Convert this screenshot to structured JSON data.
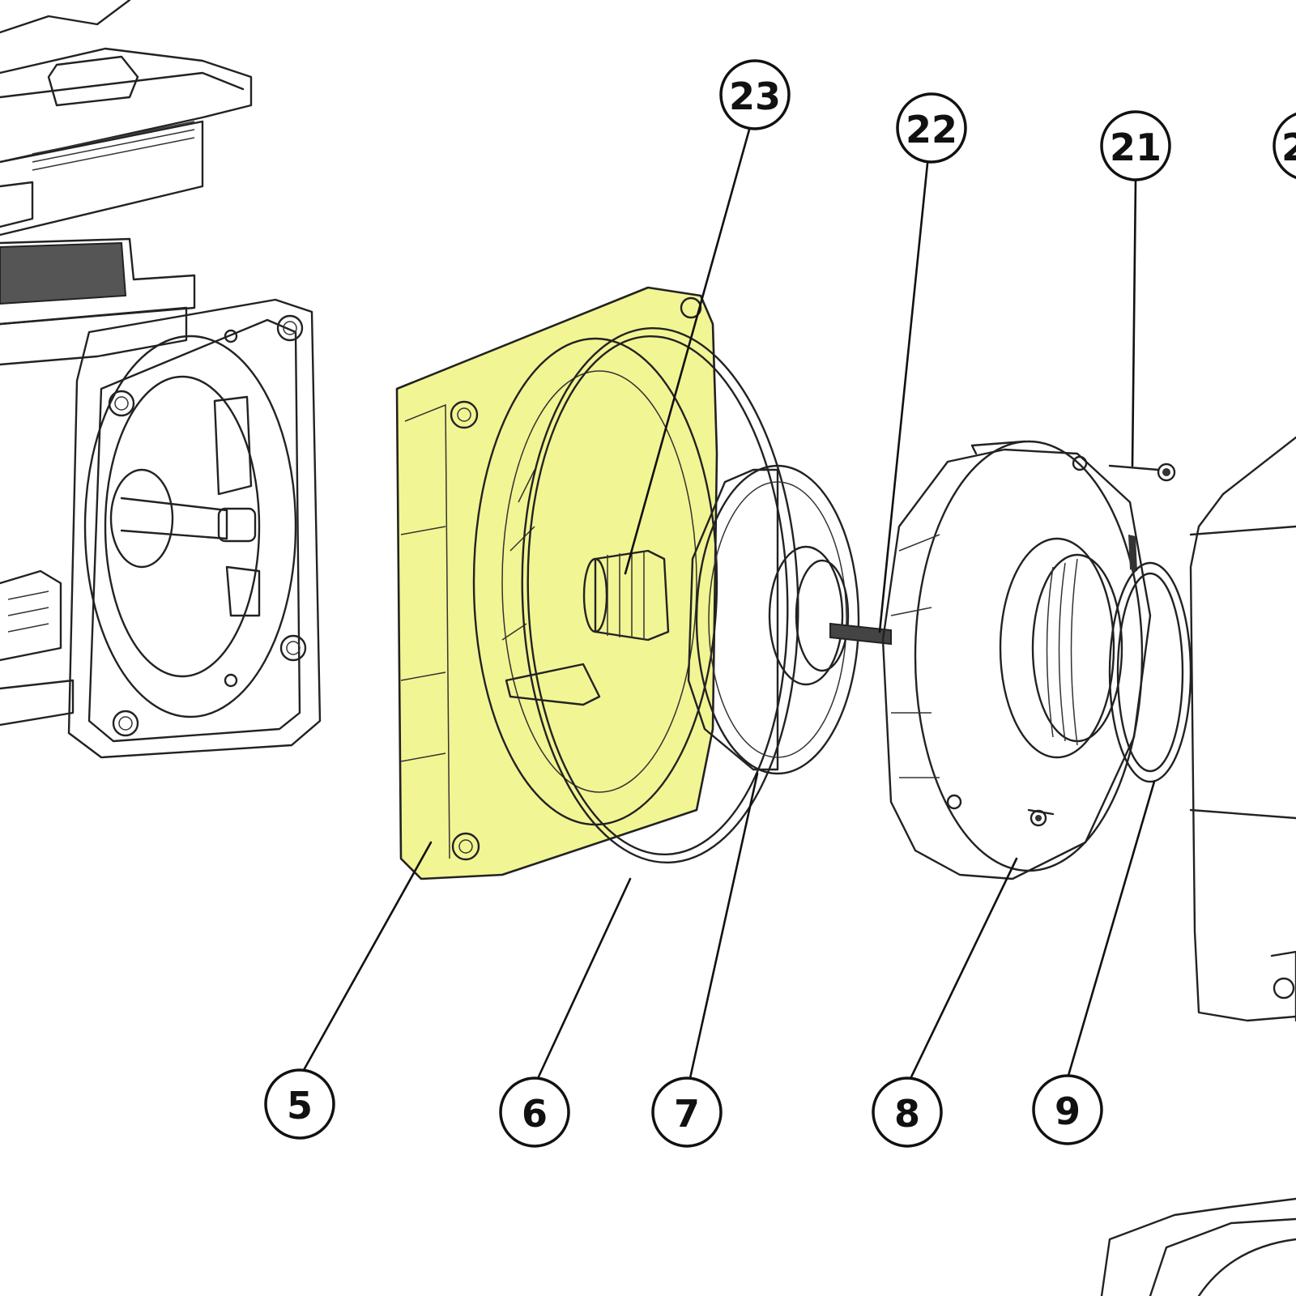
{
  "diagram": {
    "type": "exploded-parts-view",
    "highlight_color": "#f2f593",
    "line_color": "#222222",
    "callouts": [
      {
        "id": "c23",
        "label": "23"
      },
      {
        "id": "c22",
        "label": "22"
      },
      {
        "id": "c21",
        "label": "21"
      },
      {
        "id": "c20",
        "label": "2"
      },
      {
        "id": "c5",
        "label": "5"
      },
      {
        "id": "c6",
        "label": "6"
      },
      {
        "id": "c7",
        "label": "7"
      },
      {
        "id": "c8",
        "label": "8"
      },
      {
        "id": "c9",
        "label": "9"
      }
    ]
  }
}
